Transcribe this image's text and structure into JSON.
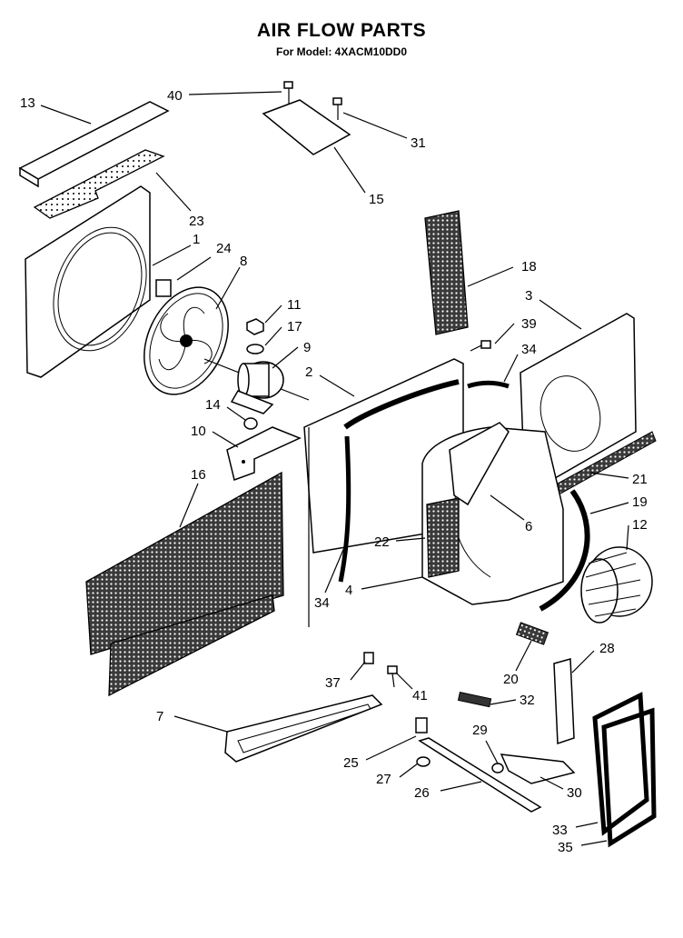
{
  "header": {
    "title": "AIR FLOW PARTS",
    "subtitle": "For Model: 4XACM10DD0"
  },
  "callouts": [
    "13",
    "40",
    "31",
    "15",
    "23",
    "1",
    "24",
    "8",
    "11",
    "17",
    "9",
    "18",
    "3",
    "39",
    "34",
    "2",
    "14",
    "10",
    "16",
    "21",
    "19",
    "12",
    "6",
    "22",
    "4",
    "34",
    "28",
    "20",
    "37",
    "41",
    "32",
    "7",
    "29",
    "25",
    "27",
    "26",
    "30",
    "33",
    "35"
  ]
}
